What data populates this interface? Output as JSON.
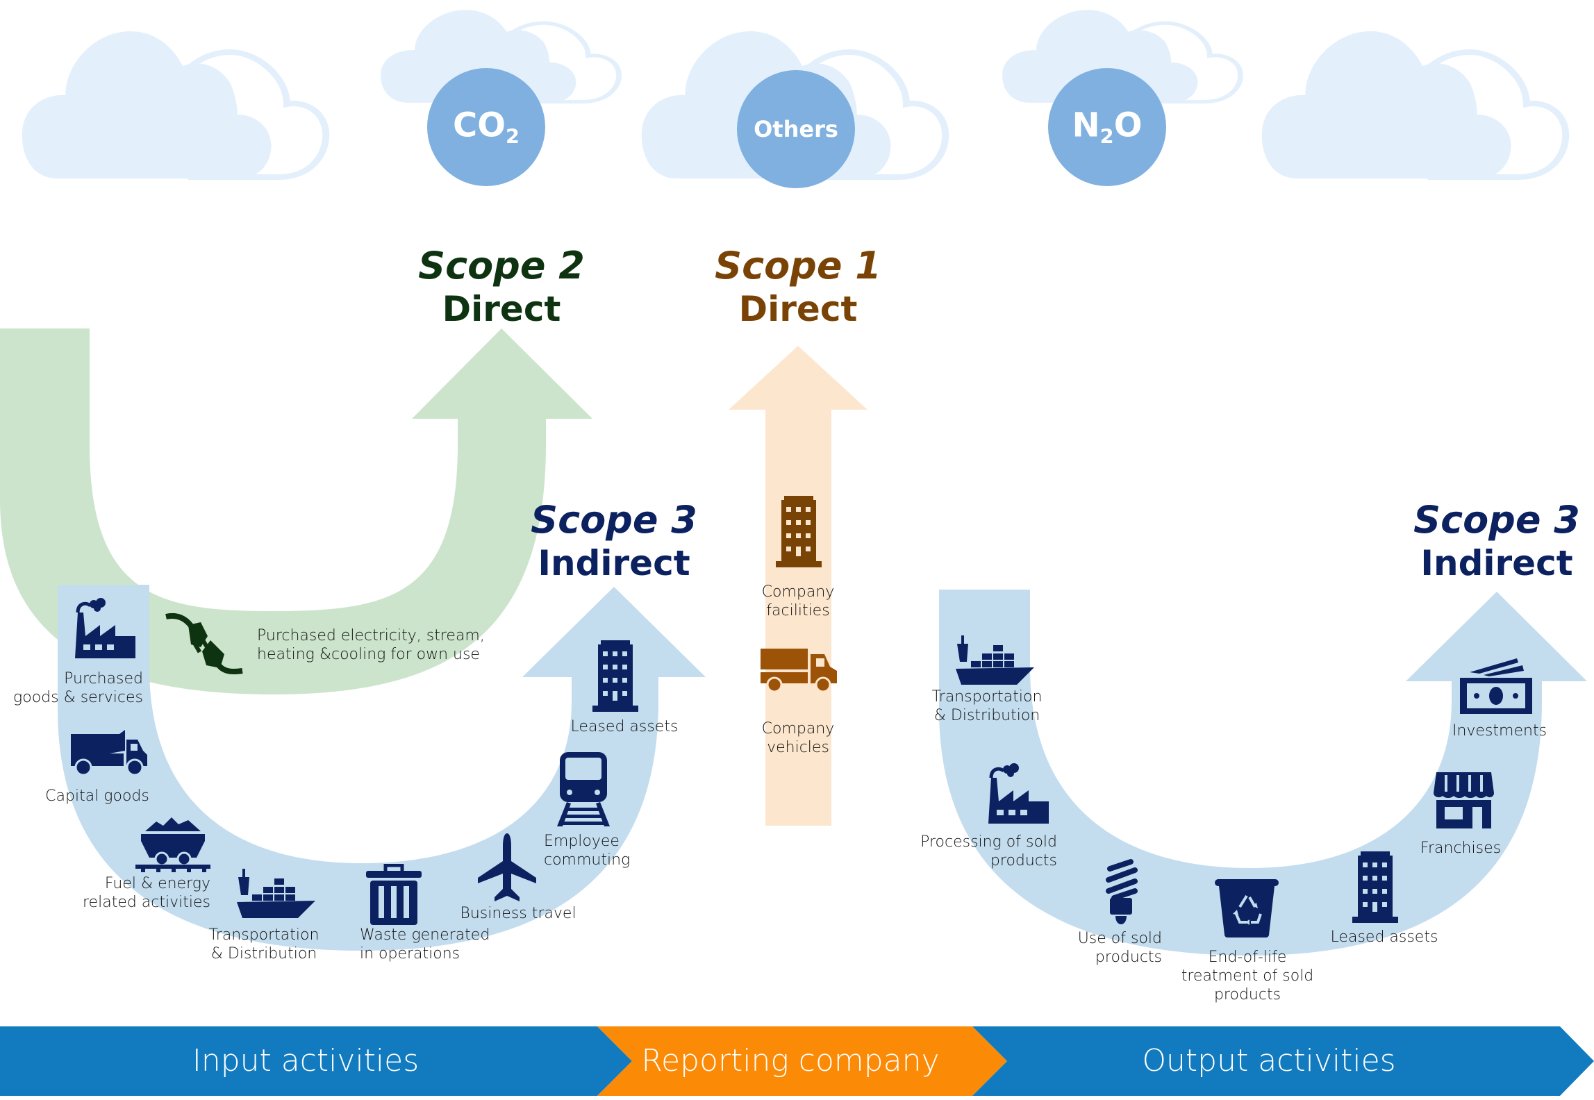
{
  "colors": {
    "cloud": "#e3f0fc",
    "gas_circle": "#7fb0df",
    "scope2_arrow": "#cce4cc",
    "scope2_text": "#0e3311",
    "scope1_arrow": "#fde6ce",
    "scope1_text": "#7a4306",
    "scope3_arrow": "#c3ddef",
    "scope3_text": "#0c2160",
    "icon_navy": "#0c2160",
    "icon_brown": "#7a4306",
    "icon_green": "#0e3311",
    "band_blue": "#127bbf",
    "band_orange": "#fb8a06"
  },
  "gases": [
    {
      "base": "CO",
      "sub": "2",
      "tail": ""
    },
    {
      "base": "Others",
      "sub": "",
      "tail": ""
    },
    {
      "base": "N",
      "sub": "2",
      "tail": "O"
    }
  ],
  "scopes": {
    "scope2": {
      "title": "Scope 2",
      "type": "Direct"
    },
    "scope1": {
      "title": "Scope 1",
      "type": "Direct"
    },
    "scope3_upstream": {
      "title": "Scope 3",
      "type": "Indirect"
    },
    "scope3_downstream": {
      "title": "Scope 3",
      "type": "Indirect"
    }
  },
  "scope2_items": [
    {
      "icon": "plug-icon",
      "lines": [
        "Purchased electricity, stream,",
        "heating &cooling for own use"
      ]
    }
  ],
  "scope1_items": [
    {
      "icon": "building-icon",
      "lines": [
        "Company",
        "facilities"
      ]
    },
    {
      "icon": "truck-icon",
      "lines": [
        "Company",
        "vehicles"
      ]
    }
  ],
  "upstream_items": [
    {
      "icon": "factory-icon",
      "lines": [
        "Purchased",
        "goods & services"
      ]
    },
    {
      "icon": "dump-truck-icon",
      "lines": [
        "Capital goods"
      ]
    },
    {
      "icon": "mine-cart-icon",
      "lines": [
        "Fuel & energy",
        "related activities"
      ]
    },
    {
      "icon": "cargo-ship-icon",
      "lines": [
        "Transportation",
        "& Distribution"
      ]
    },
    {
      "icon": "trash-can-icon",
      "lines": [
        "Waste generated",
        "in operations"
      ]
    },
    {
      "icon": "airplane-icon",
      "lines": [
        "Business travel"
      ]
    },
    {
      "icon": "train-icon",
      "lines": [
        "Employee",
        "commuting"
      ]
    },
    {
      "icon": "building-icon",
      "lines": [
        "Leased assets"
      ]
    }
  ],
  "downstream_items": [
    {
      "icon": "cargo-ship-icon",
      "lines": [
        "Transportation",
        "& Distribution"
      ]
    },
    {
      "icon": "factory-icon",
      "lines": [
        "Processing of sold",
        "products"
      ]
    },
    {
      "icon": "light-bulb-icon",
      "lines": [
        "Use of sold",
        "products"
      ]
    },
    {
      "icon": "recycle-bin-icon",
      "lines": [
        "End-of-life",
        "treatment of sold",
        "products"
      ]
    },
    {
      "icon": "building-icon",
      "lines": [
        "Leased assets"
      ]
    },
    {
      "icon": "storefront-icon",
      "lines": [
        "Franchises"
      ]
    },
    {
      "icon": "money-icon",
      "lines": [
        "Investments"
      ]
    }
  ],
  "value_chain": [
    {
      "label": "Input activities"
    },
    {
      "label": "Reporting company"
    },
    {
      "label": "Output activities"
    }
  ]
}
